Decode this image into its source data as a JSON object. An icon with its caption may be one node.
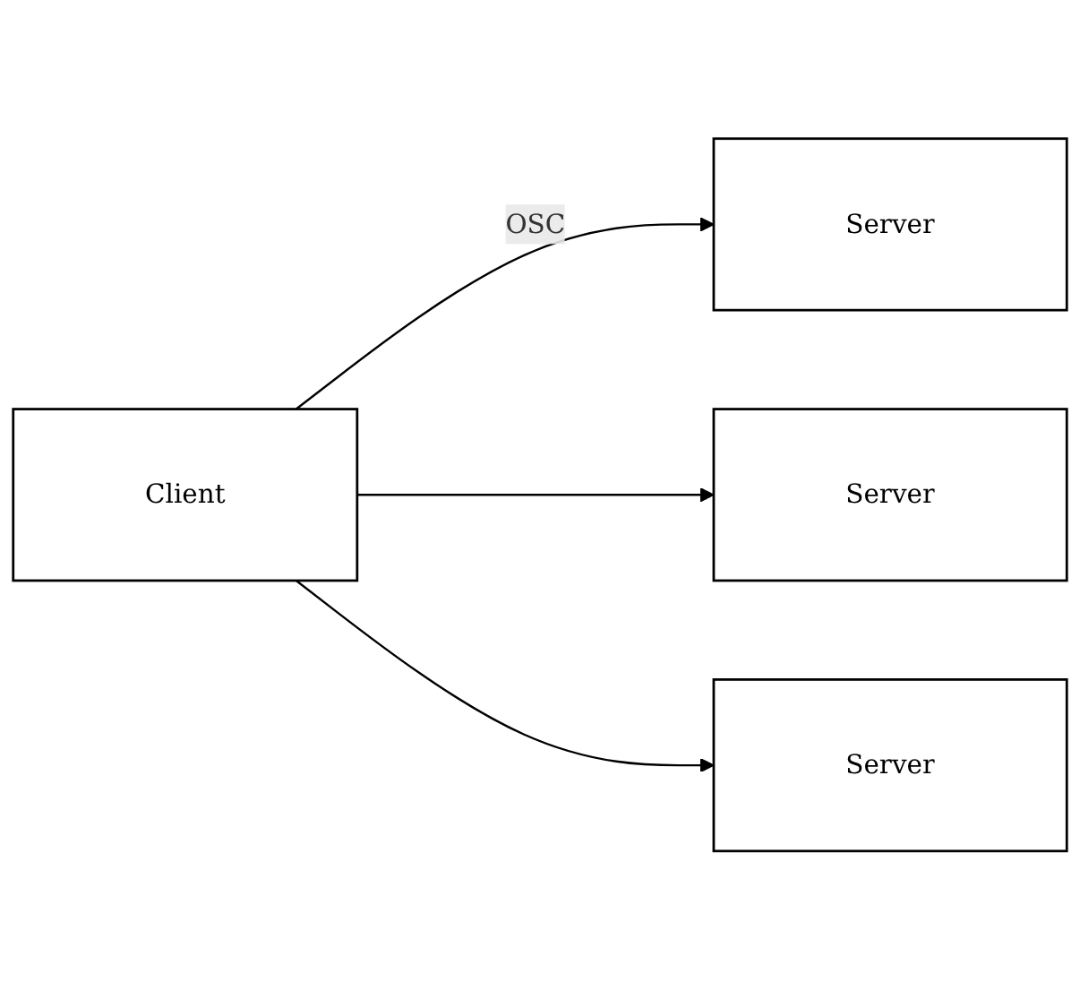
{
  "diagram": {
    "nodes": [
      {
        "text": [
          "Client"
        ]
      },
      {
        "text": [
          "Server"
        ]
      },
      {
        "text": [
          "Server"
        ]
      },
      {
        "text": [
          "Server"
        ]
      }
    ],
    "edges": [
      {
        "from": 0,
        "to": 1,
        "arrow": "to",
        "label": "OSC"
      },
      {
        "from": 0,
        "to": 2,
        "arrow": "to"
      },
      {
        "from": 0,
        "to": 3,
        "arrow": "to"
      }
    ]
  }
}
